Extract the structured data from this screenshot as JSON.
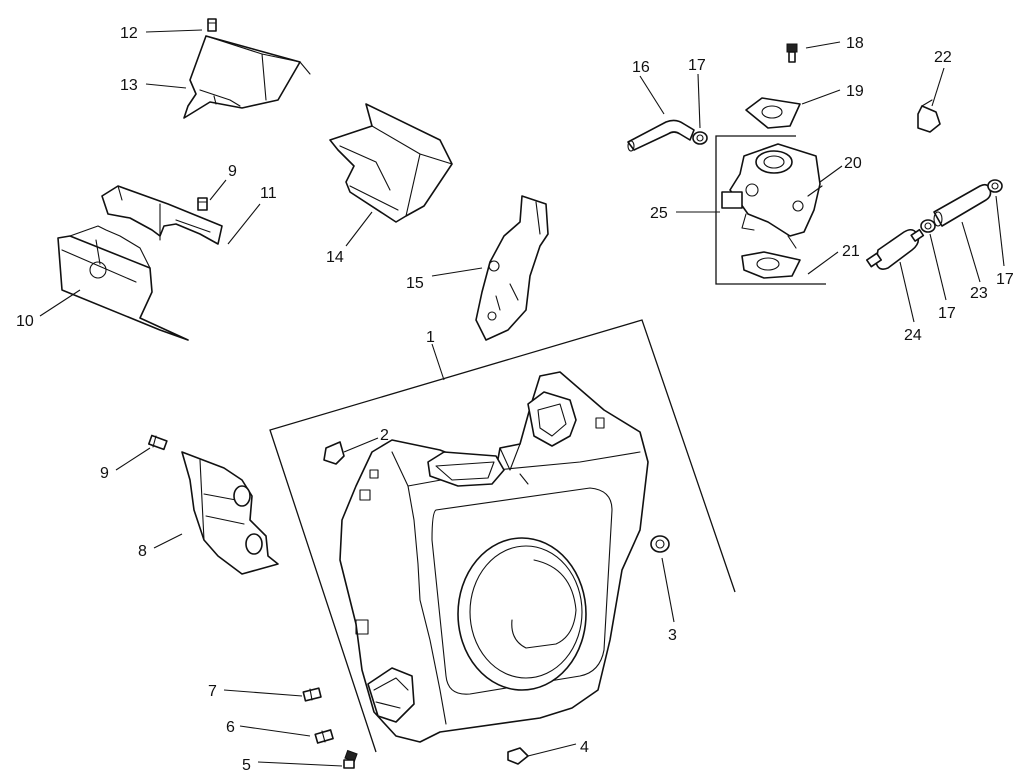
{
  "callouts": [
    "1",
    "2",
    "3",
    "4",
    "5",
    "6",
    "7",
    "8",
    "9",
    "9",
    "10",
    "11",
    "12",
    "13",
    "14",
    "15",
    "16",
    "17",
    "17",
    "17",
    "17",
    "18",
    "19",
    "20",
    "21",
    "22",
    "23",
    "24",
    "25"
  ]
}
